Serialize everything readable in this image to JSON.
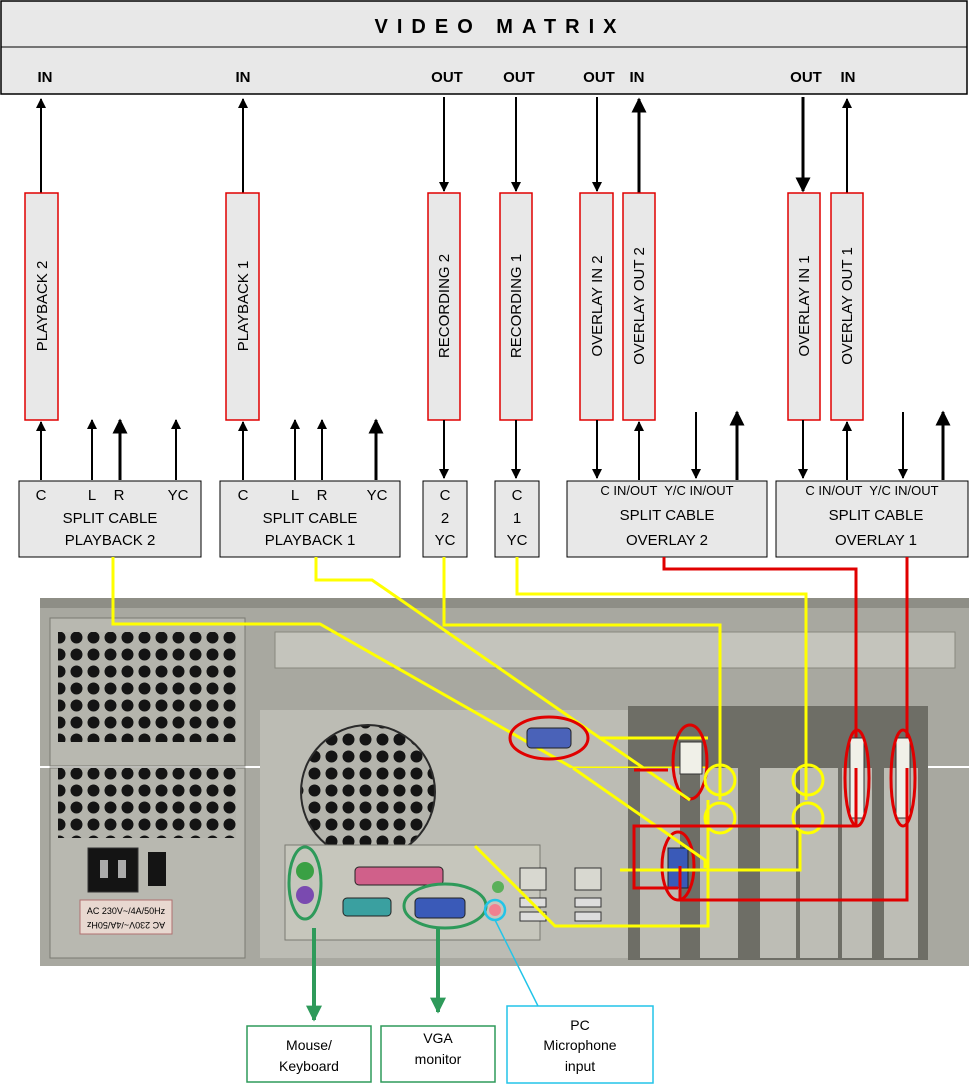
{
  "matrix": {
    "title": "VIDEO MATRIX",
    "ports": [
      "IN",
      "IN",
      "OUT",
      "OUT",
      "OUT",
      "IN",
      "OUT",
      "IN"
    ]
  },
  "modules": [
    "PLAYBACK 2",
    "PLAYBACK 1",
    "RECORDING 2",
    "RECORDING 1",
    "OVERLAY IN 2",
    "OVERLAY OUT 2",
    "OVERLAY IN 1",
    "OVERLAY OUT 1"
  ],
  "split_cables": {
    "playback2": {
      "pins": [
        "C",
        "L",
        "R",
        "YC"
      ],
      "line1": "SPLIT CABLE",
      "line2": "PLAYBACK 2"
    },
    "playback1": {
      "pins": [
        "C",
        "L",
        "R",
        "YC"
      ],
      "line1": "SPLIT CABLE",
      "line2": "PLAYBACK 1"
    },
    "recording2": {
      "line1": "C",
      "line2": "2",
      "line3": "YC"
    },
    "recording1": {
      "line1": "C",
      "line2": "1",
      "line3": "YC"
    },
    "overlay2": {
      "pins": "C IN/OUT  Y/C IN/OUT",
      "line1": "SPLIT CABLE",
      "line2": "OVERLAY 2"
    },
    "overlay1": {
      "pins": "C IN/OUT  Y/C IN/OUT",
      "line1": "SPLIT CABLE",
      "line2": "OVERLAY 1"
    }
  },
  "psu_label": [
    "AC 230V~/4A/50Hz",
    "AC 230V~/4A/50Hz"
  ],
  "callouts": {
    "mouse": [
      "Mouse/",
      "Keyboard"
    ],
    "vga": [
      "VGA",
      "monitor"
    ],
    "mic": [
      "PC",
      "Microphone",
      "input"
    ]
  },
  "colors": {
    "matrix_fill": "#e8e8e8",
    "module_border": "#e00000",
    "yellow_wire": "#ffff00",
    "red_wire": "#e00000",
    "green_callout": "#2e9a5a",
    "cyan_callout": "#22c4e8",
    "pc_panel": "#a8a8a0"
  },
  "icons": [
    "arrow-icon",
    "fan-icon",
    "vent-icon",
    "power-socket-icon",
    "ps2-port-icon",
    "serial-port-icon",
    "vga-port-icon",
    "usb-port-icon",
    "network-port-icon",
    "audio-jack-icon"
  ]
}
